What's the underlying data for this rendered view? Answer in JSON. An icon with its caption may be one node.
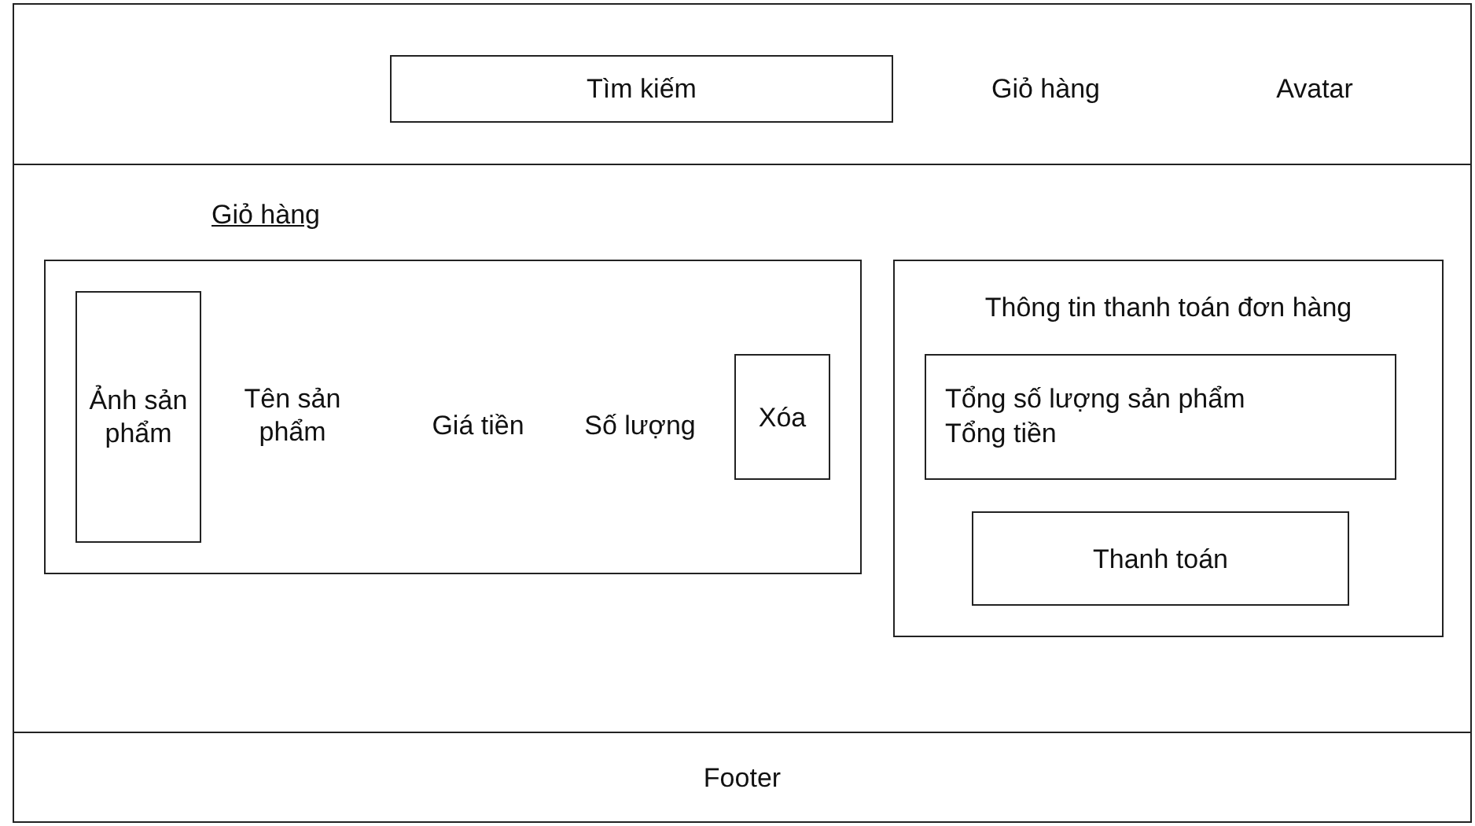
{
  "diagram": {
    "nodes": [
      {
        "text": [],
        "shape": "box"
      },
      {
        "text": [
          "Tìm kiếm"
        ],
        "in": 0
      },
      {
        "text": [],
        "shape": "box"
      },
      {
        "text": [
          "Ảnh sản phẩm"
        ],
        "in": 2
      },
      {
        "text": [
          "Xóa"
        ],
        "in": 2
      },
      {
        "text": [
          "Thông tin thanh toán đơn hàng"
        ]
      },
      {
        "text": [
          "Tổng số lượng sản phẩm",
          "Tổng tiền"
        ],
        "in": 5
      },
      {
        "text": [
          "Thanh toán"
        ],
        "in": 5
      },
      {
        "text": [
          "Footer"
        ]
      }
    ],
    "labels": [
      "Giỏ hàng",
      "Avatar",
      "Giỏ hàng",
      "Tên sản phẩm",
      "Giá tiền",
      "Số lượng"
    ]
  }
}
